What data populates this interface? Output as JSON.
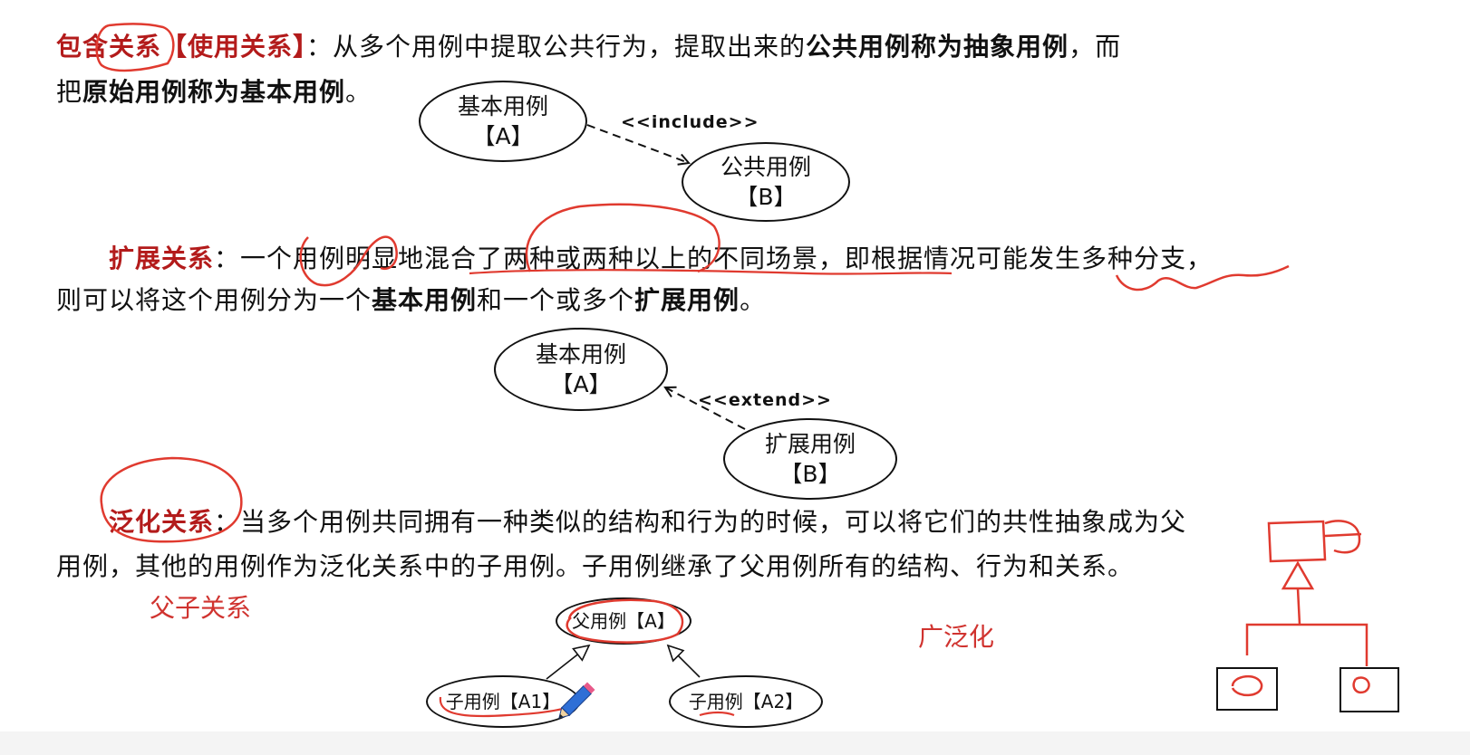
{
  "sections": {
    "include": {
      "term": "包含关系【使用关系】",
      "sep": "：",
      "t1": "从多个用例中提取公共行为，提取出来的",
      "b1": "公共用例称为抽象用例",
      "t2": "，而",
      "t3": "把",
      "b2": "原始用例称为基本用例",
      "t4": "。",
      "diagram": {
        "base_name": "基本用例",
        "base_id": "【A】",
        "common_name": "公共用例",
        "common_id": "【B】",
        "stereotype": "<<include>>"
      }
    },
    "extend": {
      "term": "扩展关系",
      "sep": "：",
      "t1": "一个用例明显地混合了两种或两种以上的不同场景，即根据情况可能发生多种分支，",
      "t2": "则可以将这个用例分为一个",
      "b1": "基本用例",
      "t3": "和一个或多个",
      "b2": "扩展用例",
      "t4": "。",
      "diagram": {
        "base_name": "基本用例",
        "base_id": "【A】",
        "ext_name": "扩展用例",
        "ext_id": "【B】",
        "stereotype": "<<extend>>"
      }
    },
    "generalization": {
      "term": "泛化关系",
      "sep": "：",
      "t1": "当多个用例共同拥有一种类似的结构和行为的时候，可以将它们的共性抽象成为父",
      "t2": "用例，其他的用例作为泛化关系中的子用例。子用例继承了父用例所有的结构、行为和关系。",
      "diagram": {
        "parent": "父用例【A】",
        "child1": "子用例【A1】",
        "child2": "子用例【A2】"
      }
    }
  },
  "annotations": {
    "note1": "父子关系",
    "note2": "广泛化"
  },
  "colors": {
    "term": "#b31b1b",
    "ink": "#e03a2f",
    "text": "#111111"
  },
  "icons": [
    "pencil-icon"
  ]
}
